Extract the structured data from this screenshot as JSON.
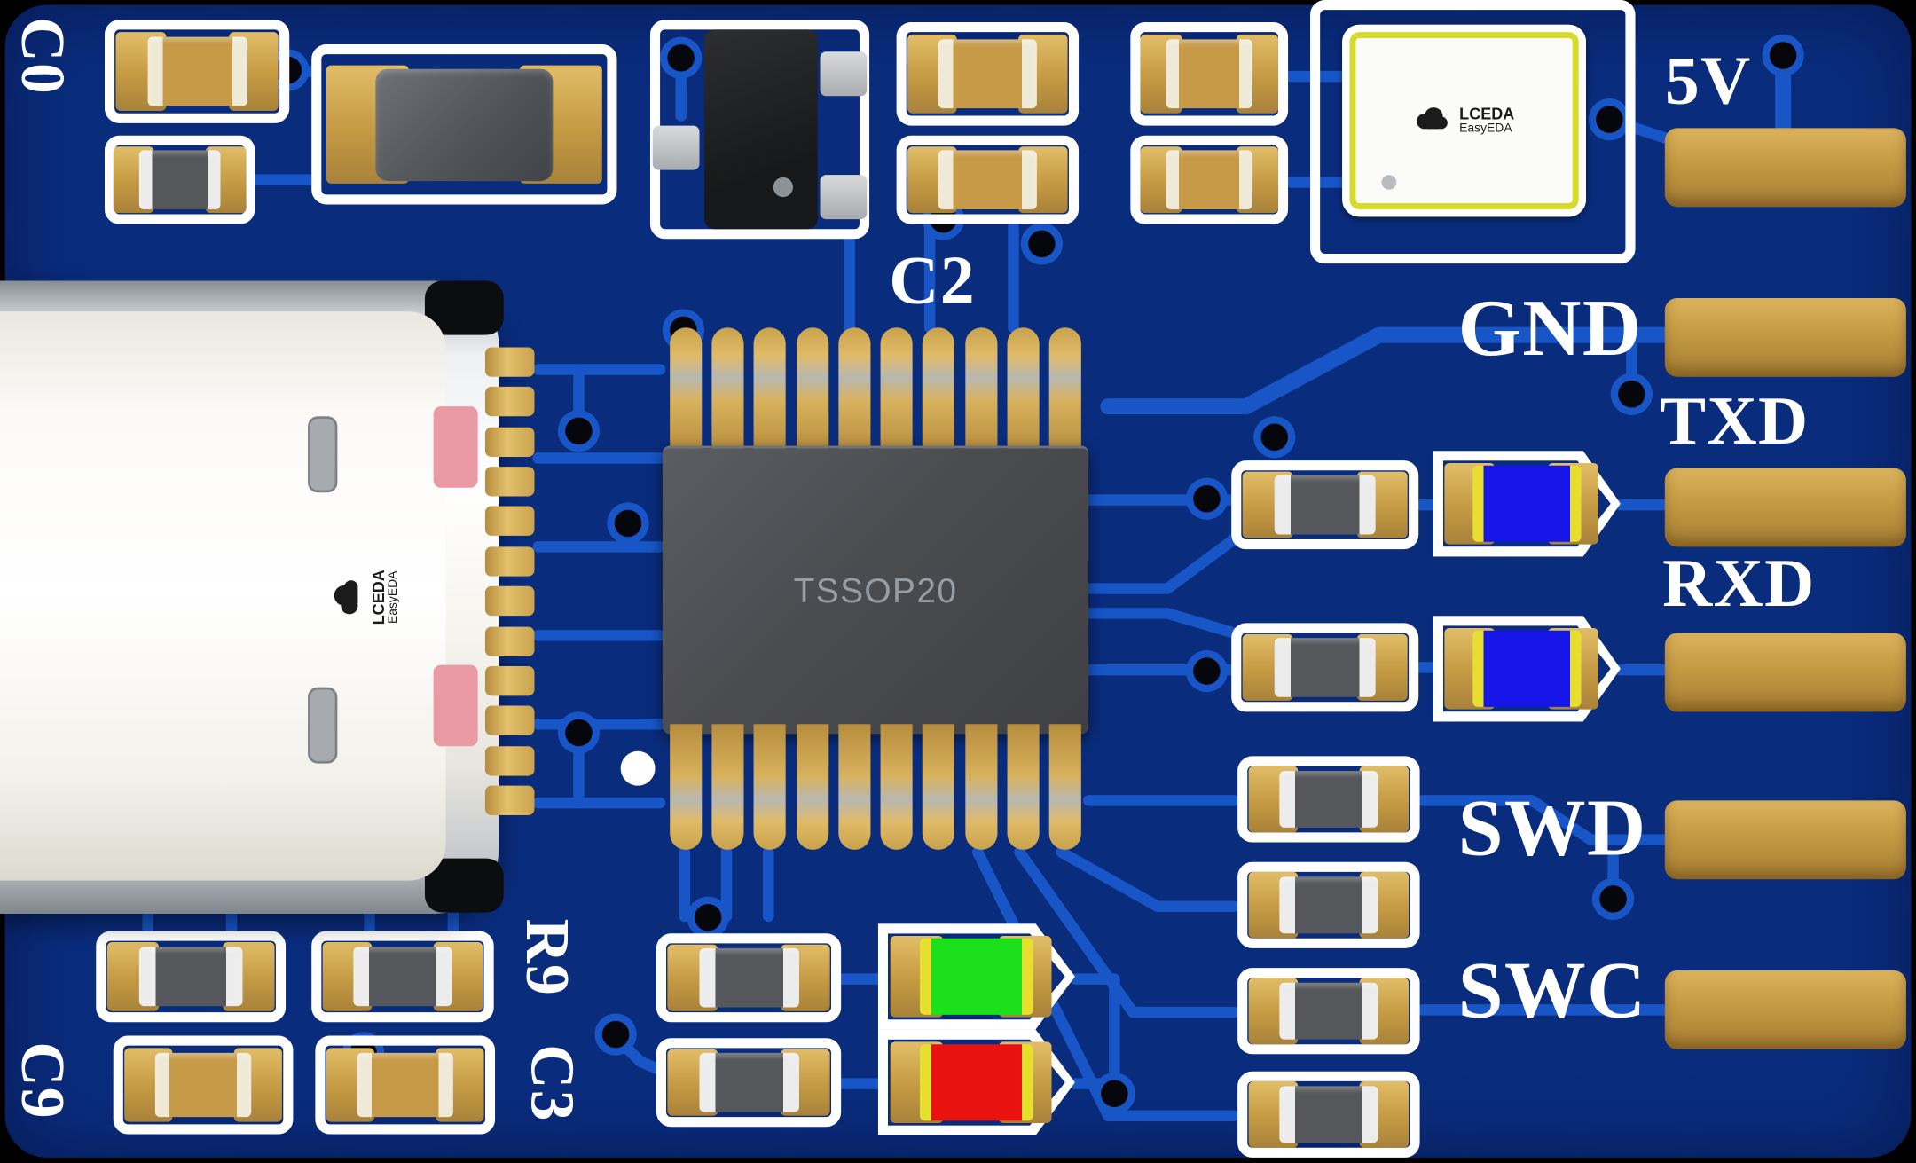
{
  "board": {
    "labels": {
      "c0": "C0",
      "c2": "C2",
      "c3": "C3",
      "c9": "C9",
      "r9": "R9"
    },
    "edge_pins": {
      "v5": "5V",
      "gnd": "GND",
      "txd": "TXD",
      "rxd": "RXD",
      "swd": "SWD",
      "swc": "SWC"
    },
    "ic": {
      "package": "TSSOP20"
    },
    "crystal_logo": {
      "brand": "LCEDA",
      "sub": "EasyEDA"
    },
    "usb_logo": {
      "brand": "LCEDA",
      "sub": "EasyEDA"
    }
  },
  "colors": {
    "background": "#000000",
    "board": "#0a2c7d",
    "trace": "#1856c8",
    "silkscreen": "#ffffff",
    "pad_gold": "#c49a43",
    "resistor_body": "#55575a",
    "capacitor_body": "#c79a48",
    "ic_body": "#4a4c50",
    "led_green": "#1de01d",
    "led_red": "#ea1111",
    "led_blue": "#1515e8"
  }
}
